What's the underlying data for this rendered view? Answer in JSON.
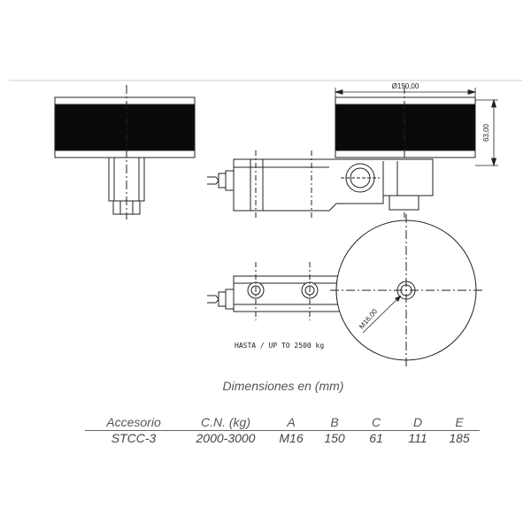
{
  "drawing": {
    "diameter_label": "Ø150,00",
    "height_label": "63,00",
    "thread_label": "M16,00",
    "capacity_note": "HASTA / UP TO 2500 kg"
  },
  "subtitle": "Dimensiones en (mm)",
  "table": {
    "headers": [
      "Accesorio",
      "C.N. (kg)",
      "A",
      "B",
      "C",
      "D",
      "E"
    ],
    "rows": [
      [
        "STCC-3",
        "2000-3000",
        "M16",
        "150",
        "61",
        "111",
        "185"
      ]
    ]
  }
}
